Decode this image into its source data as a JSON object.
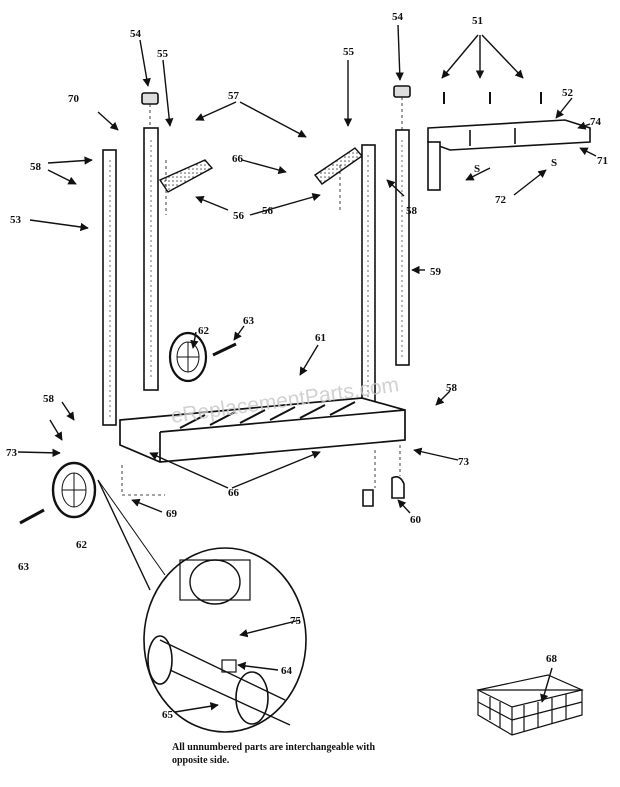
{
  "diagram": {
    "callouts": [
      {
        "id": "c51",
        "label": "51"
      },
      {
        "id": "c52",
        "label": "52"
      },
      {
        "id": "c53",
        "label": "53"
      },
      {
        "id": "c54a",
        "label": "54"
      },
      {
        "id": "c54b",
        "label": "54"
      },
      {
        "id": "c55a",
        "label": "55"
      },
      {
        "id": "c55b",
        "label": "55"
      },
      {
        "id": "c56a",
        "label": "56"
      },
      {
        "id": "c56b",
        "label": "56"
      },
      {
        "id": "c57",
        "label": "57"
      },
      {
        "id": "c58a",
        "label": "58"
      },
      {
        "id": "c58b",
        "label": "58"
      },
      {
        "id": "c58c",
        "label": "58"
      },
      {
        "id": "c58d",
        "label": "58"
      },
      {
        "id": "c59",
        "label": "59"
      },
      {
        "id": "c60",
        "label": "60"
      },
      {
        "id": "c61",
        "label": "61"
      },
      {
        "id": "c62a",
        "label": "62"
      },
      {
        "id": "c62b",
        "label": "62"
      },
      {
        "id": "c63a",
        "label": "63"
      },
      {
        "id": "c63b",
        "label": "63"
      },
      {
        "id": "c64",
        "label": "64"
      },
      {
        "id": "c65",
        "label": "65"
      },
      {
        "id": "c66a",
        "label": "66"
      },
      {
        "id": "c66b",
        "label": "66"
      },
      {
        "id": "c68",
        "label": "68"
      },
      {
        "id": "c69",
        "label": "69"
      },
      {
        "id": "c70",
        "label": "70"
      },
      {
        "id": "c71",
        "label": "71"
      },
      {
        "id": "c72",
        "label": "72"
      },
      {
        "id": "c73a",
        "label": "73"
      },
      {
        "id": "c73b",
        "label": "73"
      },
      {
        "id": "c74",
        "label": "74"
      },
      {
        "id": "c75",
        "label": "75"
      }
    ],
    "s_marks": [
      "S",
      "S"
    ],
    "watermark": "eReplacementParts.com",
    "note": "All unnumbered parts are interchangeable with opposite side."
  }
}
